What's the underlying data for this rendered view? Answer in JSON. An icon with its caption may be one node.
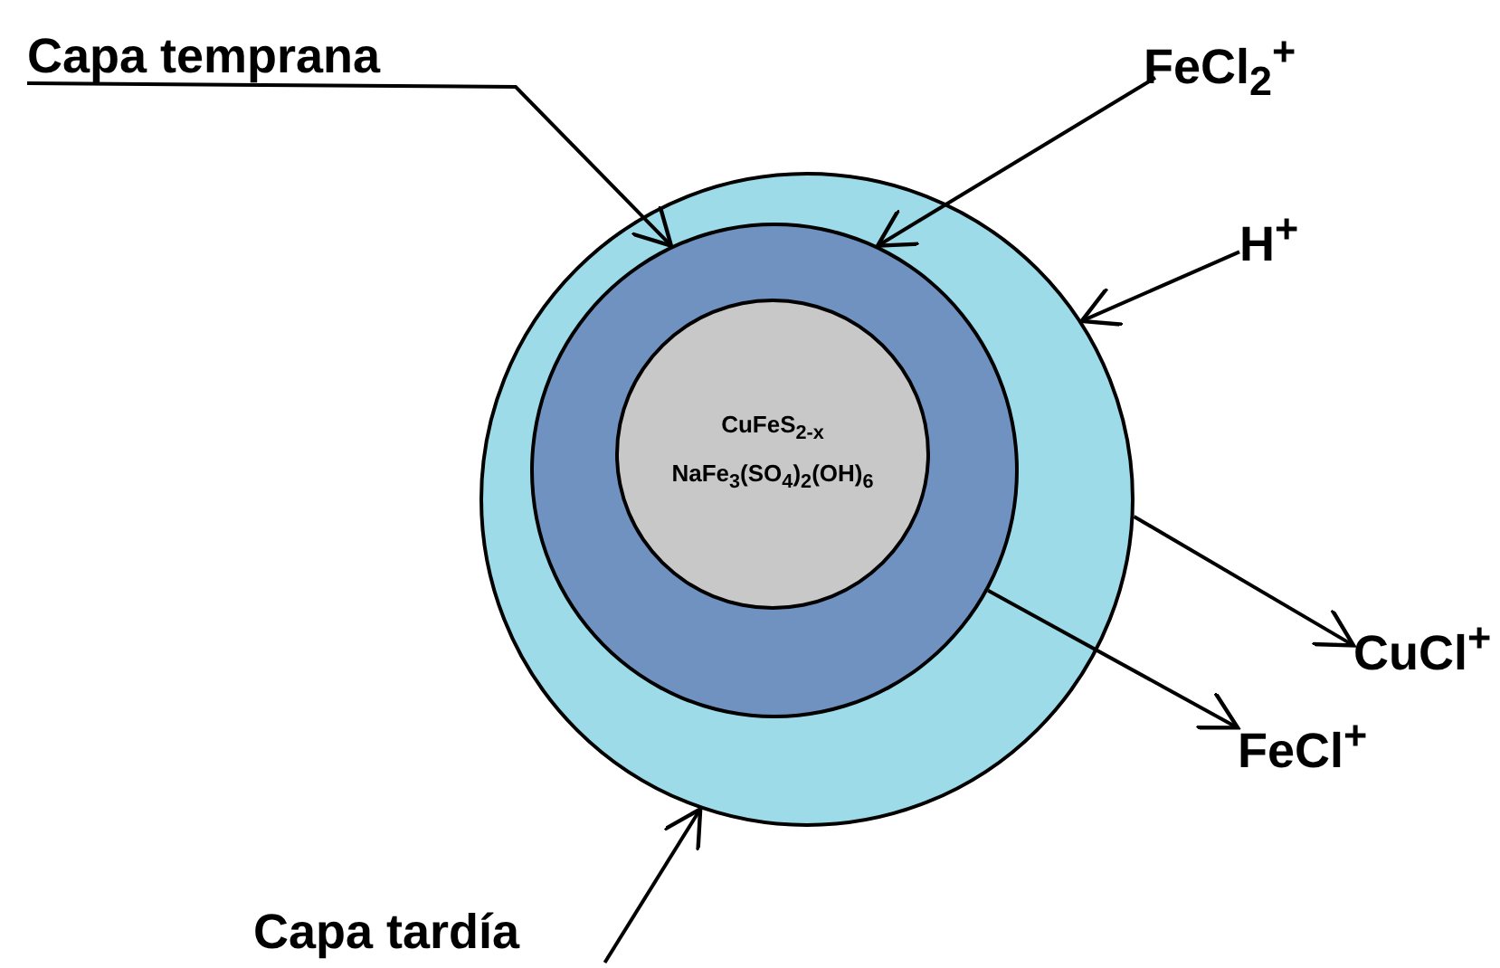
{
  "diagram": {
    "nodes": [
      {
        "text": [],
        "shape": "circle"
      },
      {
        "text": [],
        "shape": "circle",
        "in": 0
      },
      {
        "text": [
          "CuFeS$_{2-x}$",
          "NaFe$_{3}$(SO$_{4}$)$_{2}$(OH)$_{6}$"
        ],
        "in": 1
      },
      {
        "text": [
          "Capa temprana"
        ]
      },
      {
        "text": [
          "FeCl$_{2}$$^{+}$"
        ]
      },
      {
        "text": [
          "H$^{+}$"
        ]
      },
      {
        "text": [
          "CuCl$^{+}$"
        ]
      },
      {
        "text": [
          "FeCl$^{+}$"
        ]
      },
      {
        "text": [
          "Capa tardía"
        ]
      }
    ],
    "edges": [
      {
        "from": 3,
        "to": 1,
        "arrow": "to"
      },
      {
        "from": 4,
        "to": 1,
        "arrow": "to"
      },
      {
        "from": 5,
        "to": 0,
        "arrow": "to"
      },
      {
        "from": 0,
        "to": 6,
        "arrow": "to"
      },
      {
        "from": 1,
        "to": 7,
        "arrow": "to"
      },
      {
        "from": 8,
        "to": 0,
        "arrow": "to"
      }
    ]
  }
}
